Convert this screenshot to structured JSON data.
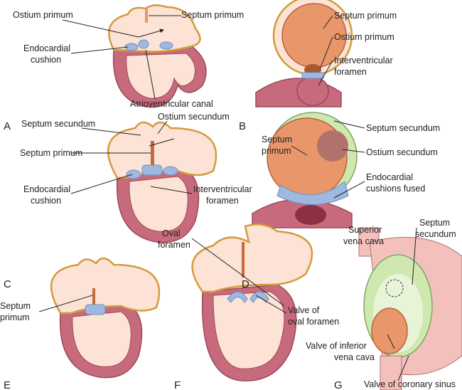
{
  "panels": {
    "A": {
      "letter": "A",
      "ostium_primum": "Ostium primum",
      "septum_primum": "Septum primum",
      "endocardial_cushion": [
        "Endocardial",
        "cushion"
      ],
      "av_canal": "Atrioventricular canal"
    },
    "B": {
      "letter": "B",
      "septum_primum": "Septum primum",
      "ostium_primum": "Ostium primum",
      "iv_foramen": [
        "Interventricular",
        "foramen"
      ]
    },
    "C": {
      "letter": "C",
      "ostium_secundum": "Ostium secundum",
      "septum_secundum": "Septum secundum",
      "septum_primum": "Septum primum",
      "endocardial_cushion": [
        "Endocardial",
        "cushion"
      ],
      "iv_foramen": [
        "Interventricular",
        "foramen"
      ]
    },
    "D": {
      "letter": "D",
      "septum_secundum": "Septum secundum",
      "septum_primum": [
        "Septum",
        "primum"
      ],
      "ostium_secundum": "Ostium secundum",
      "cushions_fused": [
        "Endocardial",
        "cushions fused"
      ]
    },
    "E": {
      "letter": "E",
      "septum_primum": [
        "Septum",
        "primum"
      ]
    },
    "F": {
      "letter": "F",
      "oval_foramen": [
        "Oval",
        "foramen"
      ],
      "valve_oval_foramen": [
        "Valve of",
        "oval foramen"
      ]
    },
    "G": {
      "letter": "G",
      "superior_vena_cava": [
        "Superior",
        "vena cava"
      ],
      "septum_secundum": [
        "Septum",
        "secundum"
      ],
      "valve_ivc": [
        "Valve of inferior",
        "vena cava"
      ],
      "valve_coronary_sinus": "Valve of coronary sinus"
    }
  },
  "colors": {
    "atrial_wall": "#fce3d6",
    "outline": "#d49a3c",
    "ventricle": "#c76a7c",
    "cushion": "#9fb8e0",
    "septum_primum": "#e8966a",
    "septum_secundum": "#cfe8b0"
  }
}
